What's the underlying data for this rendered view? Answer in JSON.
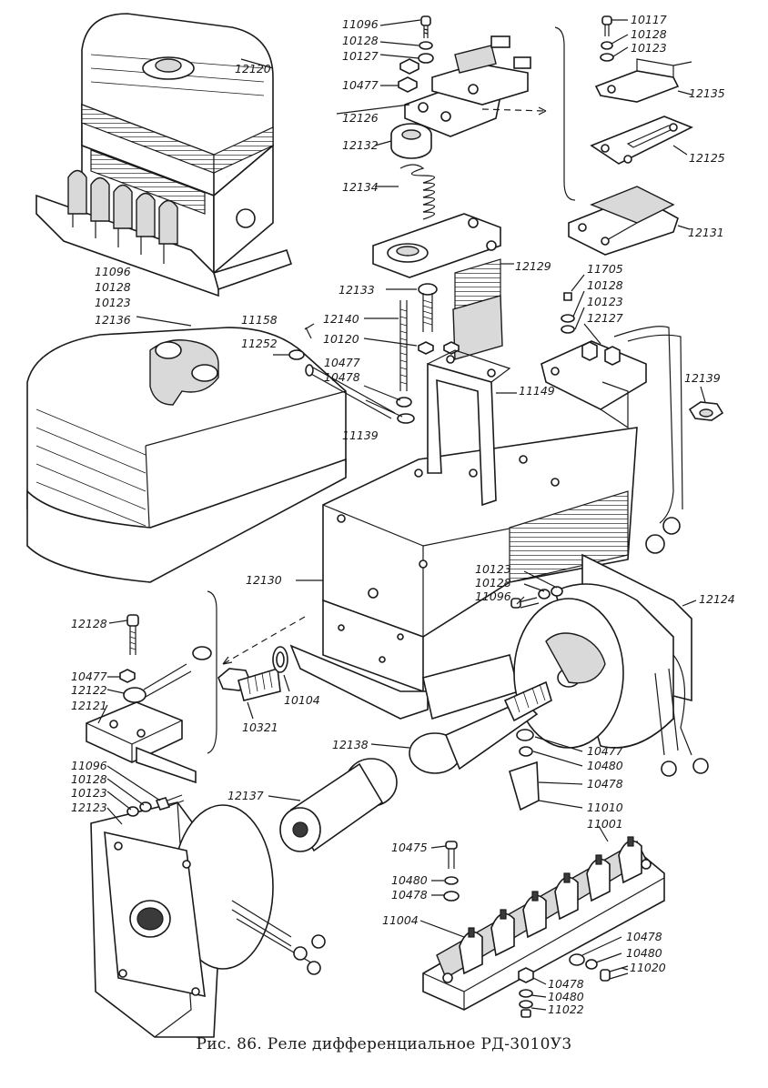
{
  "caption": "Рис. 86. Реле дифференциальное РД-3010У3",
  "labels": [
    {
      "id": "l12120",
      "text": "12120"
    },
    {
      "id": "l11096a",
      "text": "11096"
    },
    {
      "id": "l10128a",
      "text": "10128"
    },
    {
      "id": "l10127",
      "text": "10127"
    },
    {
      "id": "l10477a",
      "text": "10477"
    },
    {
      "id": "l12126",
      "text": "12126"
    },
    {
      "id": "l12132",
      "text": "12132"
    },
    {
      "id": "l12134",
      "text": "12134"
    },
    {
      "id": "l10117",
      "text": "10117"
    },
    {
      "id": "l10128b",
      "text": "10128"
    },
    {
      "id": "l10123a",
      "text": "10123"
    },
    {
      "id": "l12135",
      "text": "12135"
    },
    {
      "id": "l12125",
      "text": "12125"
    },
    {
      "id": "l12131",
      "text": "12131"
    },
    {
      "id": "l12129",
      "text": "12129"
    },
    {
      "id": "l11096b",
      "text": "11096"
    },
    {
      "id": "l10128c",
      "text": "10128"
    },
    {
      "id": "l10123b",
      "text": "10123"
    },
    {
      "id": "l12136",
      "text": "12136"
    },
    {
      "id": "l11158",
      "text": "11158"
    },
    {
      "id": "l11252",
      "text": "11252"
    },
    {
      "id": "l12133",
      "text": "12133"
    },
    {
      "id": "l12140",
      "text": "12140"
    },
    {
      "id": "l10120",
      "text": "10120"
    },
    {
      "id": "l10477b",
      "text": "10477"
    },
    {
      "id": "l10478a",
      "text": "10478"
    },
    {
      "id": "l11139",
      "text": "11139"
    },
    {
      "id": "l11149",
      "text": "11149"
    },
    {
      "id": "l11705",
      "text": "11705"
    },
    {
      "id": "l10128d",
      "text": "10128"
    },
    {
      "id": "l10123c",
      "text": "10123"
    },
    {
      "id": "l12127",
      "text": "12127"
    },
    {
      "id": "l12139",
      "text": "12139"
    },
    {
      "id": "l12130",
      "text": "12130"
    },
    {
      "id": "l10123d",
      "text": "10123"
    },
    {
      "id": "l10128e",
      "text": "10128"
    },
    {
      "id": "l11096c",
      "text": "11096"
    },
    {
      "id": "l12124",
      "text": "12124"
    },
    {
      "id": "l12128",
      "text": "12128"
    },
    {
      "id": "l10477c",
      "text": "10477"
    },
    {
      "id": "l12122",
      "text": "12122"
    },
    {
      "id": "l12121",
      "text": "12121"
    },
    {
      "id": "l10104",
      "text": "10104"
    },
    {
      "id": "l10321",
      "text": "10321"
    },
    {
      "id": "l12138",
      "text": "12138"
    },
    {
      "id": "l10477d",
      "text": "10477"
    },
    {
      "id": "l10480a",
      "text": "10480"
    },
    {
      "id": "l10478b",
      "text": "10478"
    },
    {
      "id": "l11010",
      "text": "11010"
    },
    {
      "id": "l11001",
      "text": "11001"
    },
    {
      "id": "l11096d",
      "text": "11096"
    },
    {
      "id": "l10128f",
      "text": "10128"
    },
    {
      "id": "l10123e",
      "text": "10123"
    },
    {
      "id": "l12123",
      "text": "12123"
    },
    {
      "id": "l12137",
      "text": "12137"
    },
    {
      "id": "l10475",
      "text": "10475"
    },
    {
      "id": "l10480b",
      "text": "10480"
    },
    {
      "id": "l10478c",
      "text": "10478"
    },
    {
      "id": "l11004",
      "text": "11004"
    },
    {
      "id": "l10478d",
      "text": "10478"
    },
    {
      "id": "l10480c",
      "text": "10480"
    },
    {
      "id": "l11020",
      "text": "11020"
    },
    {
      "id": "l10478e",
      "text": "10478"
    },
    {
      "id": "l10480d",
      "text": "10480"
    },
    {
      "id": "l11022",
      "text": "11022"
    }
  ]
}
